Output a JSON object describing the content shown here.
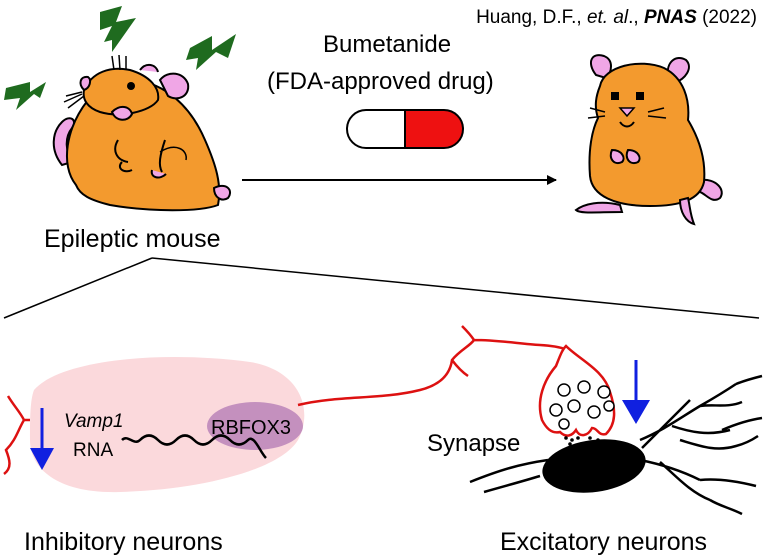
{
  "citation": {
    "authors": "Huang, D.F., ",
    "etal": "et. al",
    "sep": "., ",
    "journal": "PNAS",
    "year": " (2022)"
  },
  "drug": {
    "name": "Bumetanide",
    "note": "(FDA-approved drug)"
  },
  "labels": {
    "epileptic": "Epileptic mouse",
    "inhibitory": "Inhibitory neurons",
    "excitatory": "Excitatory neurons",
    "synapse": "Synapse",
    "gene": "Vamp1",
    "rna": "RNA",
    "marker": "RBFOX3"
  },
  "colors": {
    "mouse_fur": "#f39a2e",
    "mouse_pink": "#f0a6e6",
    "seizure": "#1f6b1f",
    "pill_red": "#ee1111",
    "down_arrow": "#1020e0",
    "neuron_red": "#dd1111",
    "cell_body": "#fbd9dc",
    "rbfox": "#c490be"
  },
  "icons": [
    "seizure-bolt-icon",
    "capsule-icon",
    "down-arrow-icon"
  ]
}
